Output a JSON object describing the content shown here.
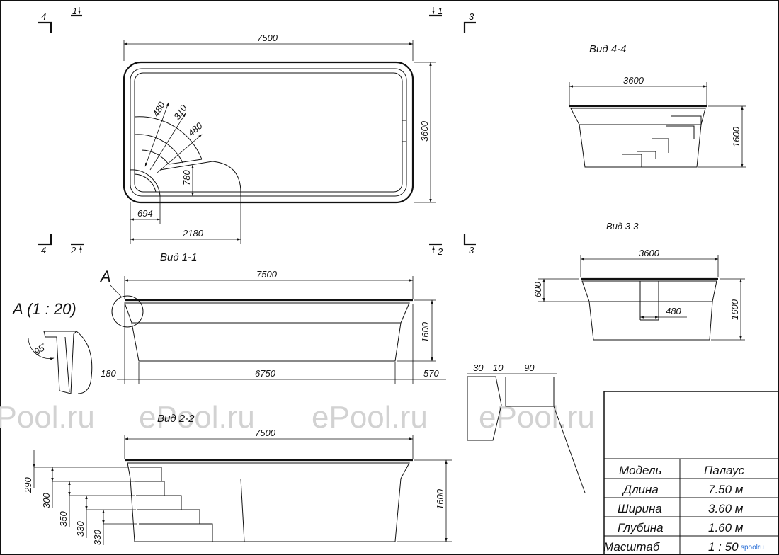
{
  "dimensions": {
    "top_length": "7500",
    "top_width": "3600",
    "arc_outer": "480",
    "arc_mid": "310",
    "arc_inner": "480",
    "step_depth": "780",
    "corner_offset": "694",
    "bench_length": "2180",
    "v11_length": "7500",
    "v11_depth": "1600",
    "v11_left": "180",
    "v11_bottom": "6750",
    "v11_right": "570",
    "v22_length": "7500",
    "v22_depth": "1600",
    "v22_steps": [
      "290",
      "300",
      "350",
      "330",
      "330"
    ],
    "v44_width": "3600",
    "v44_depth": "1600",
    "v33_width": "3600",
    "v33_bench_h": "600",
    "v33_depth": "1600",
    "v33_bench_w": "480",
    "detail_a": "30",
    "detail_b": "10",
    "detail_c": "90",
    "angle": "95°"
  },
  "labels": {
    "section_1_top": "1",
    "section_1_bot": "1",
    "section_2_left": "2",
    "section_2_right": "2",
    "section_3_top": "3",
    "section_3_bot": "3",
    "section_4_top": "4",
    "section_4_bot": "4",
    "view_1_1": "Вид 1-1",
    "view_2_2": "Вид 2-2",
    "view_3_3": "Вид 3-3",
    "view_4_4": "Вид 4-4",
    "detail_mark": "A",
    "detail_title": "A (1 : 20)"
  },
  "watermark": "ePool.ru",
  "title_block": {
    "rows": [
      {
        "label": "Модель",
        "value": "Палаус"
      },
      {
        "label": "Длина",
        "value": "7.50 м"
      },
      {
        "label": "Ширина",
        "value": "3.60 м"
      },
      {
        "label": "Глубина",
        "value": "1.60 м"
      },
      {
        "label": "Масштаб",
        "value": "1 : 50"
      }
    ],
    "logo": "spoolru"
  }
}
